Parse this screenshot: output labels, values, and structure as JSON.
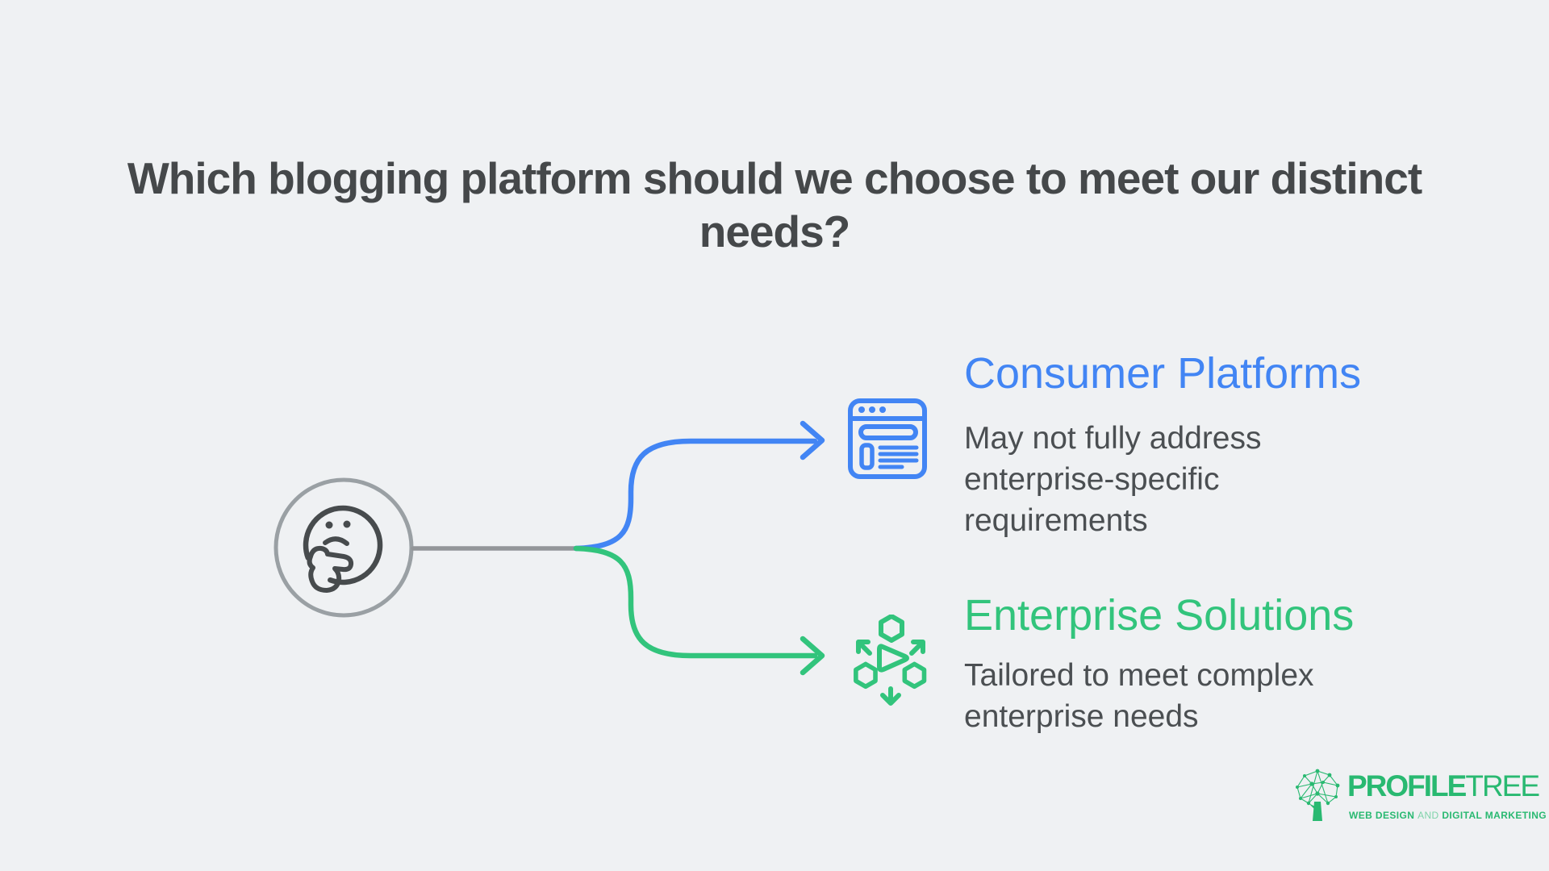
{
  "title": {
    "line1": "Which blogging platform should we choose to meet our distinct",
    "line2": "needs?"
  },
  "decision_node": {
    "icon": "thinking-face-icon"
  },
  "branches": [
    {
      "id": "consumer",
      "heading": "Consumer Platforms",
      "description": "May not fully address enterprise-specific requirements",
      "icon": "browser-window-icon",
      "color": "#4285f4"
    },
    {
      "id": "enterprise",
      "heading": "Enterprise Solutions",
      "description": "Tailored to meet complex enterprise needs",
      "icon": "distribution-network-icon",
      "color": "#32c47c"
    }
  ],
  "logo": {
    "name_bold": "PROFILE",
    "name_light": "TREE",
    "tagline_part1": "WEB DESIGN",
    "tagline_and": "AND",
    "tagline_part2": "DIGITAL MARKETING"
  },
  "colors": {
    "background": "#eff1f3",
    "blue": "#4285f4",
    "green": "#32c47c",
    "logo_green": "#29b971",
    "stem_gray": "#939699",
    "circle_gray": "#9aa0a4",
    "title_text": "#45484a",
    "body_text": "#4b4f52",
    "face_stroke": "#474b4d"
  }
}
